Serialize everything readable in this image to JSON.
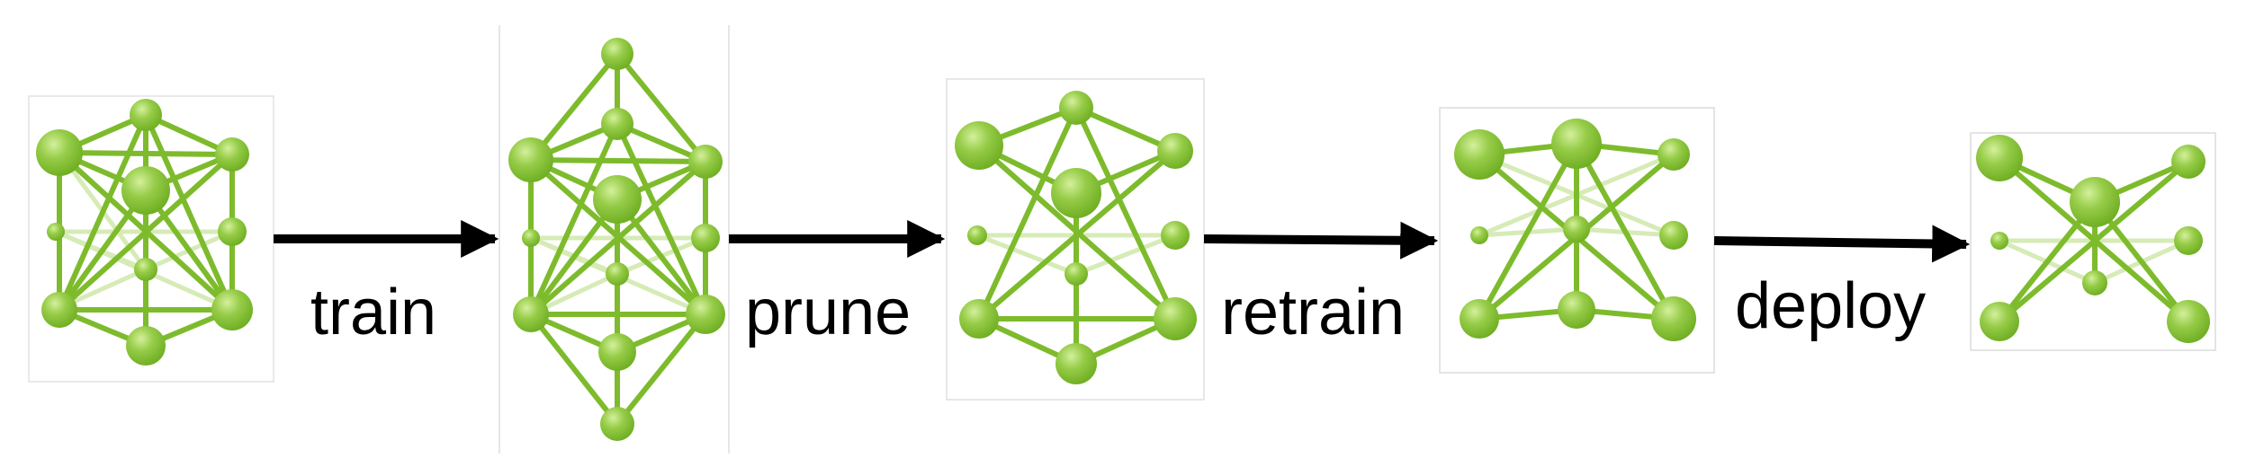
{
  "diagram": {
    "steps": [
      {
        "id": "net-initial",
        "label": "train"
      },
      {
        "id": "net-trained",
        "label": "prune"
      },
      {
        "id": "net-pruned",
        "label": "retrain"
      },
      {
        "id": "net-retrained",
        "label": "deploy"
      },
      {
        "id": "net-deployed",
        "label": ""
      }
    ]
  },
  "colors": {
    "node": "#8cc63f",
    "node_highlight": "#c6e88a",
    "edge": "#7ab828",
    "edge_faint": "#cfe7a8",
    "arrow": "#000000",
    "frame": "#cfcfcf"
  }
}
